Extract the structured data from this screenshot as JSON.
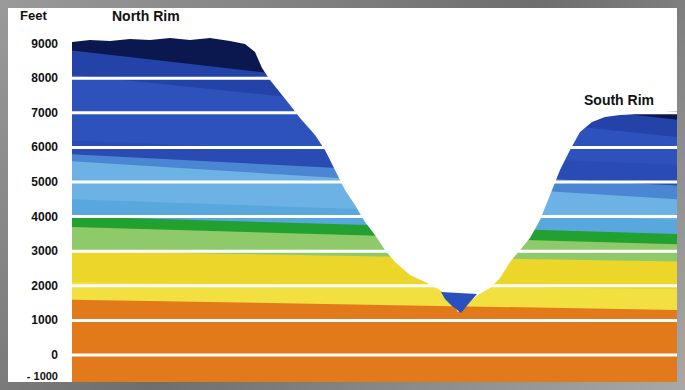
{
  "diagram": {
    "labels": [
      "Feet",
      "North Rim",
      "9000",
      "8000",
      "South Rim",
      "7000",
      "6000",
      "5000",
      "4000",
      "3000",
      "2000",
      "1000",
      "0",
      "- 1000"
    ]
  }
}
